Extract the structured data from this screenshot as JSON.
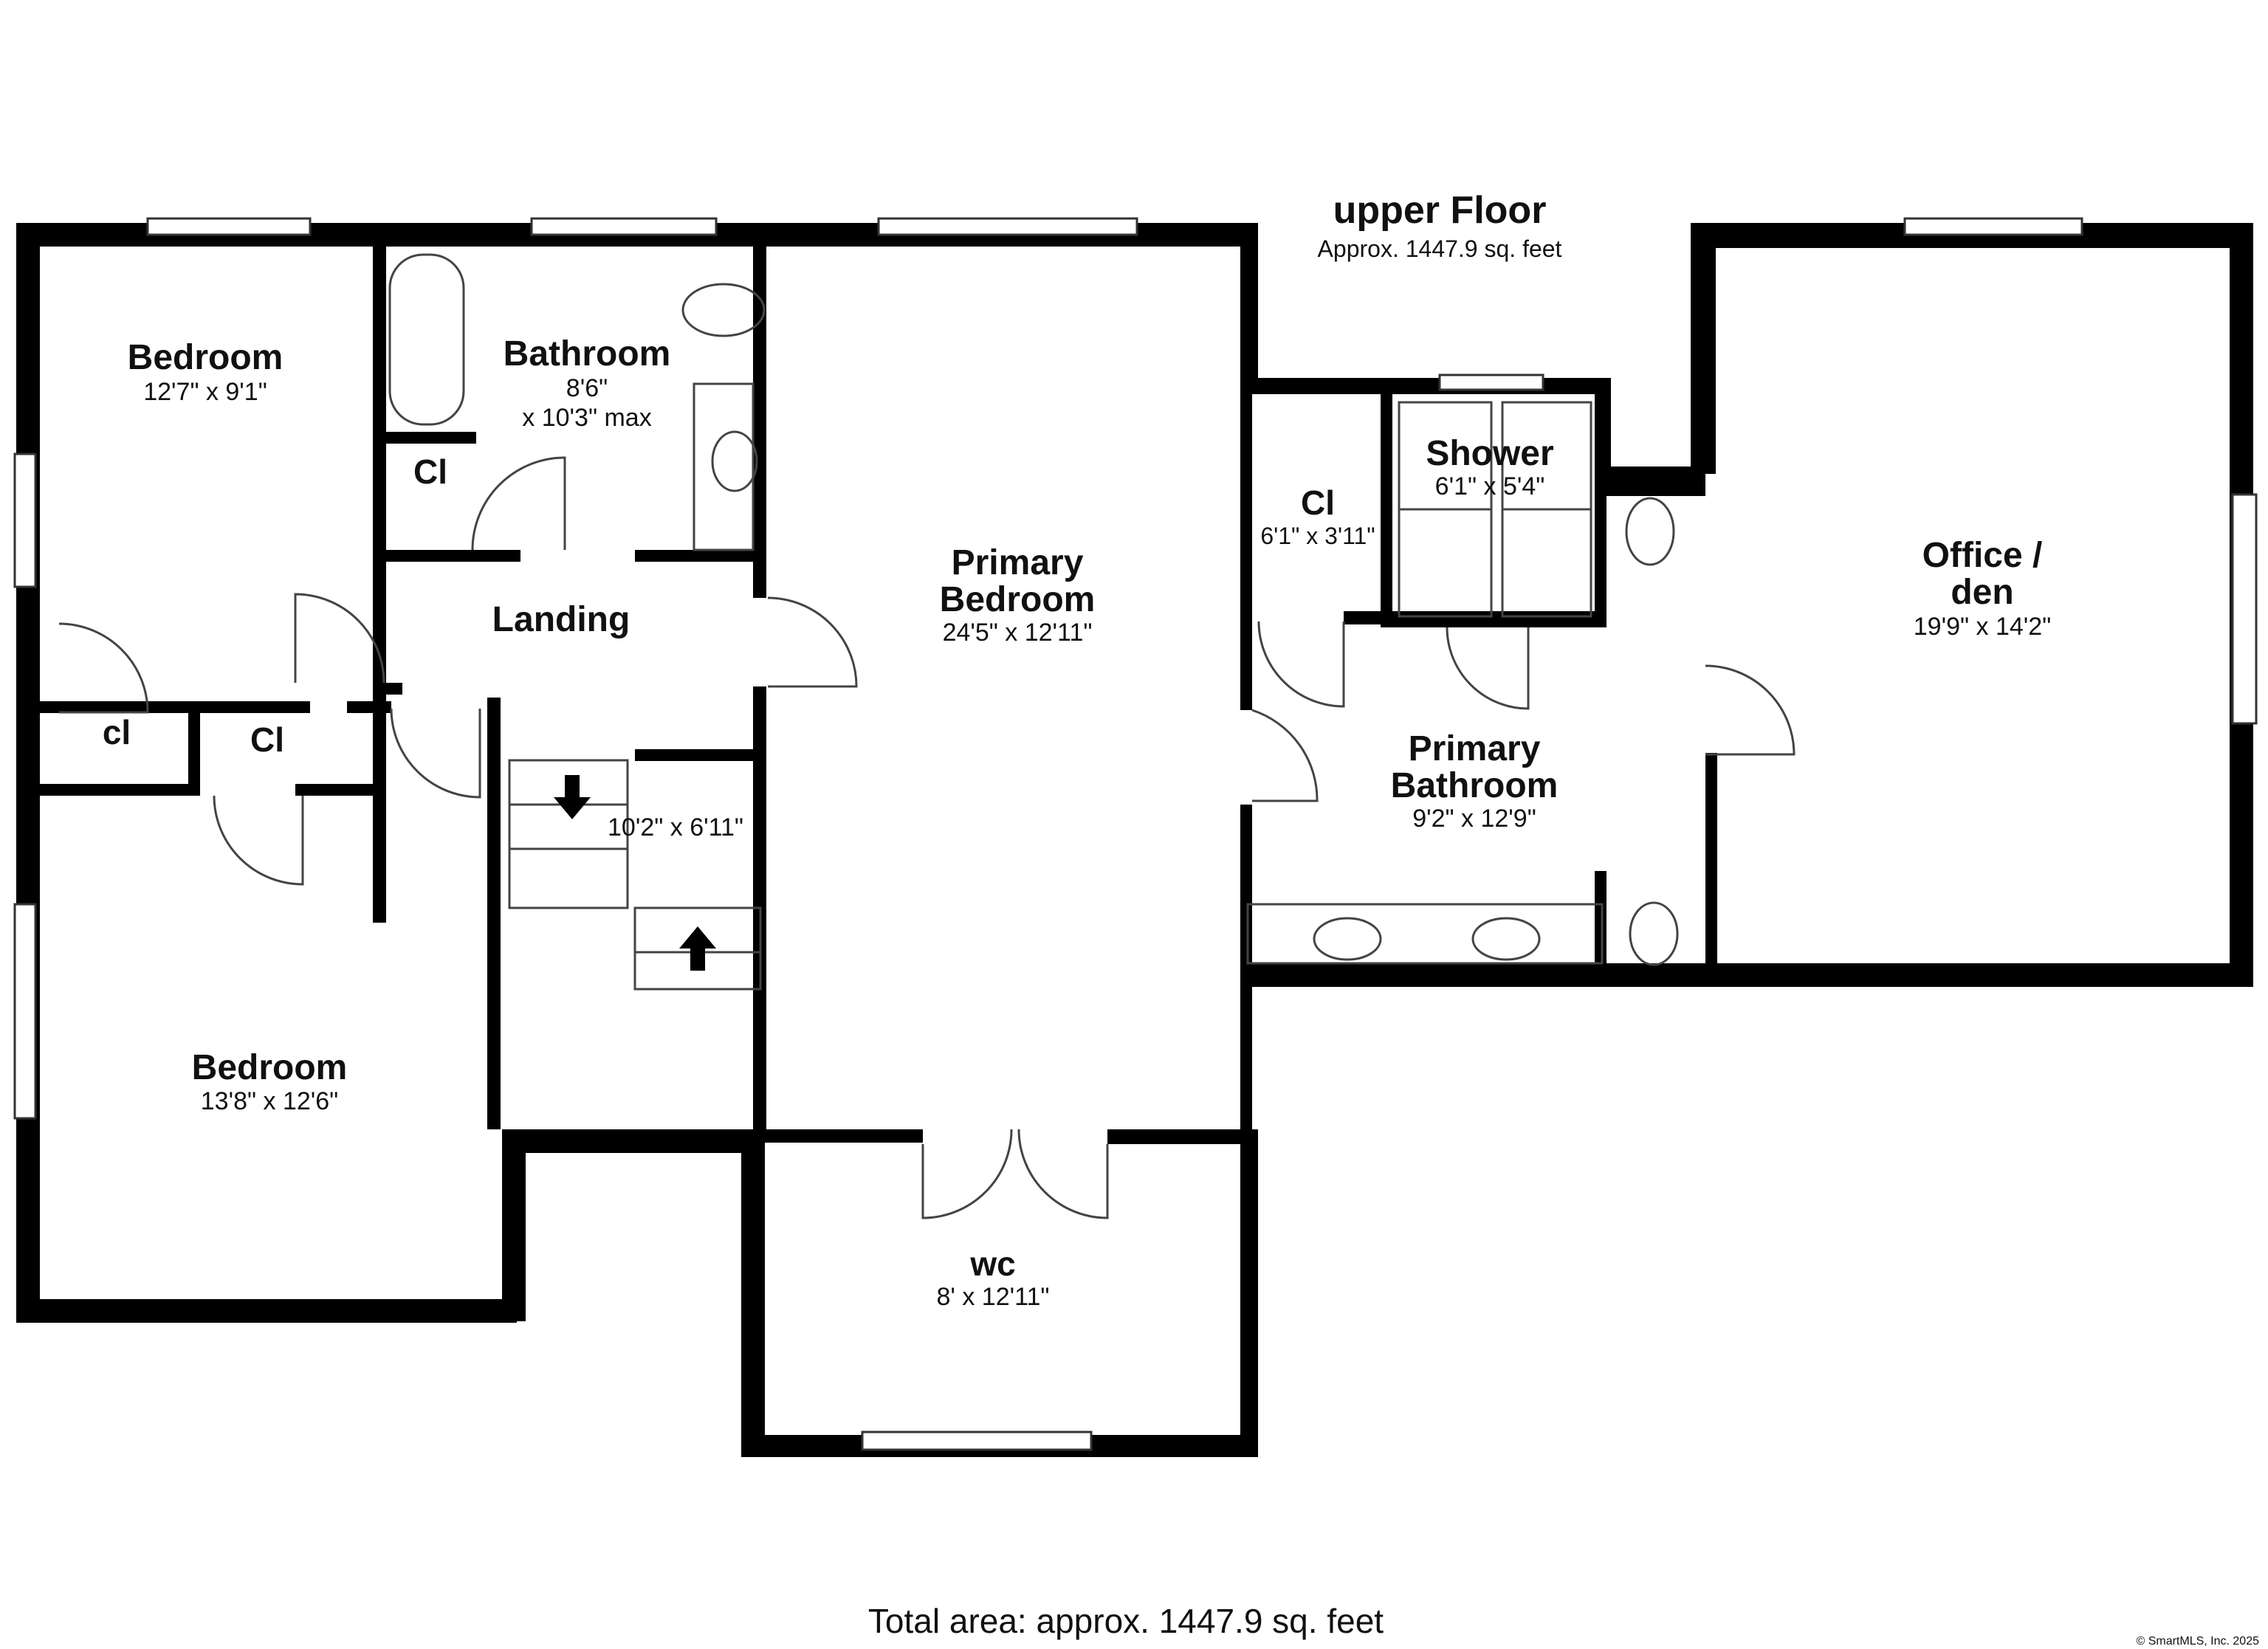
{
  "floor": {
    "title": "upper Floor",
    "area": "Approx. 1447.9 sq. feet"
  },
  "rooms": {
    "bedroom_1": {
      "name": "Bedroom",
      "dims": "12'7\" x 9'1\""
    },
    "bathroom": {
      "name": "Bathroom",
      "dims_1": "8'6\"",
      "dims_2": "x 10'3\" max"
    },
    "closet_bath": {
      "name": "Cl"
    },
    "landing": {
      "name": "Landing"
    },
    "closet_left_small": {
      "name": "cl"
    },
    "closet_left": {
      "name": "Cl"
    },
    "stairs": {
      "dims": "10'2\" x 6'11\""
    },
    "bedroom_2": {
      "name": "Bedroom",
      "dims": "13'8\" x 12'6\""
    },
    "primary_bedroom": {
      "name_1": "Primary",
      "name_2": "Bedroom",
      "dims": "24'5\" x 12'11\""
    },
    "wc": {
      "name": "wc",
      "dims": "8' x 12'11\""
    },
    "closet_primary": {
      "name": "Cl",
      "dims": "6'1\" x 3'11\""
    },
    "shower": {
      "name": "Shower",
      "dims": "6'1\" x 5'4\""
    },
    "primary_bathroom": {
      "name_1": "Primary",
      "name_2": "Bathroom",
      "dims": "9'2\" x 12'9\""
    },
    "office": {
      "name_1": "Office /",
      "name_2": "den",
      "dims": "19'9\" x 14'2\""
    }
  },
  "footer": {
    "total_area": "Total area: approx. 1447.9 sq. feet",
    "copyright": "© SmartMLS, Inc. 2025"
  }
}
